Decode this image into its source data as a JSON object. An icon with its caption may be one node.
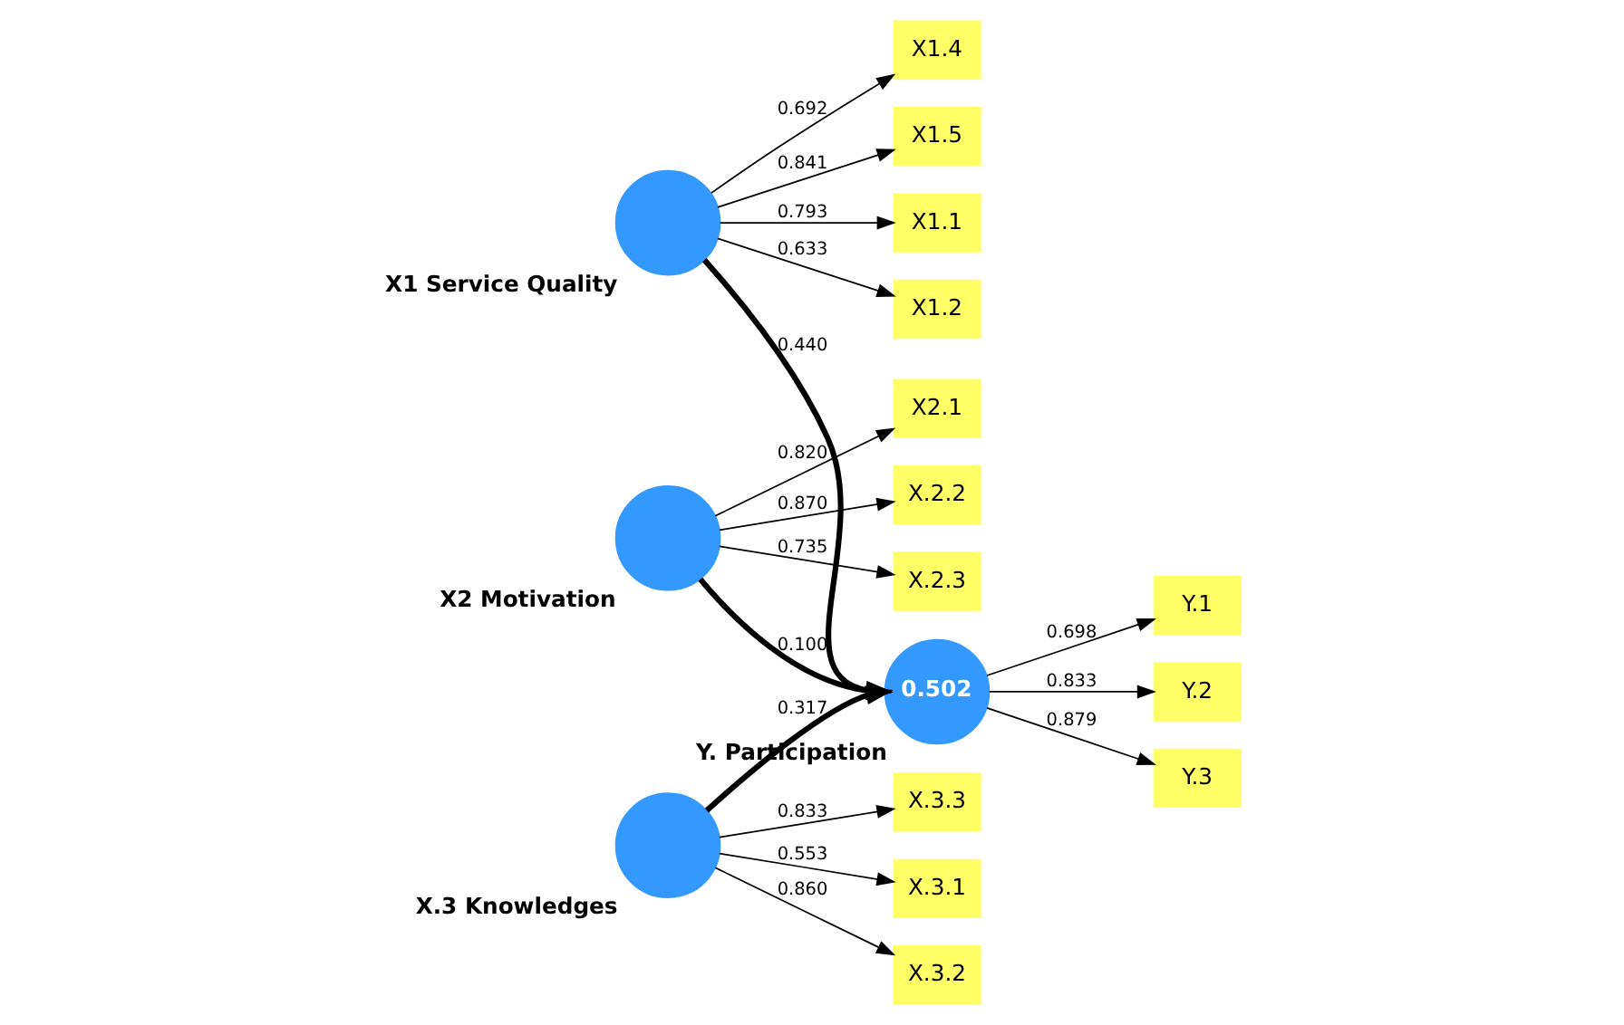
{
  "diagram": {
    "nodes": [
      {
        "text": [
          "X1.1"
        ]
      },
      {
        "text": [
          "X1.2"
        ]
      },
      {
        "text": [
          "X1.4"
        ]
      },
      {
        "text": [
          "X1.5"
        ]
      },
      {
        "text": [],
        "shape": "circle",
        "beside": [
          "X1 Service Quality"
        ]
      },
      {
        "text": [
          "X2.1"
        ]
      },
      {
        "text": [
          "X.2.2"
        ]
      },
      {
        "text": [
          "X.2.3"
        ]
      },
      {
        "text": [],
        "shape": "circle",
        "beside": [
          "X2 Motivation"
        ]
      },
      {
        "text": [
          "X.3.1"
        ]
      },
      {
        "text": [
          "X.3.2"
        ]
      },
      {
        "text": [
          "X.3.3"
        ]
      },
      {
        "text": [],
        "shape": "circle",
        "beside": [
          "X.3 Knowledges"
        ]
      },
      {
        "text": [
          "0.502"
        ],
        "beside": [
          "Y. Participation"
        ]
      },
      {
        "text": [
          "Y.1"
        ]
      },
      {
        "text": [
          "Y.2"
        ]
      },
      {
        "text": [
          "Y.3"
        ]
      }
    ],
    "edges": [
      {
        "from": 4,
        "to": 0,
        "arrow": "to",
        "label": "0.793"
      },
      {
        "from": 4,
        "to": 1,
        "arrow": "to",
        "label": "0.633"
      },
      {
        "from": 4,
        "to": 2,
        "arrow": "to",
        "label": "0.692"
      },
      {
        "from": 4,
        "to": 3,
        "arrow": "to",
        "label": "0.841"
      },
      {
        "from": 8,
        "to": 5,
        "arrow": "to",
        "label": "0.820"
      },
      {
        "from": 8,
        "to": 6,
        "arrow": "to",
        "label": "0.870"
      },
      {
        "from": 8,
        "to": 7,
        "arrow": "to",
        "label": "0.735"
      },
      {
        "from": 12,
        "to": 9,
        "arrow": "to",
        "label": "0.553"
      },
      {
        "from": 12,
        "to": 10,
        "arrow": "to",
        "label": "0.860"
      },
      {
        "from": 12,
        "to": 11,
        "arrow": "to",
        "label": "0.833"
      },
      {
        "from": 4,
        "to": 13,
        "arrow": "to",
        "label": "0.440",
        "style": "thick"
      },
      {
        "from": 8,
        "to": 13,
        "arrow": "to",
        "label": "0.100",
        "style": "thick"
      },
      {
        "from": 12,
        "to": 13,
        "arrow": "to",
        "label": "0.317",
        "style": "thick"
      },
      {
        "from": 13,
        "to": 14,
        "arrow": "to",
        "label": "0.698"
      },
      {
        "from": 13,
        "to": 15,
        "arrow": "to",
        "label": "0.833"
      },
      {
        "from": 13,
        "to": 16,
        "arrow": "to",
        "label": "0.879"
      }
    ]
  }
}
